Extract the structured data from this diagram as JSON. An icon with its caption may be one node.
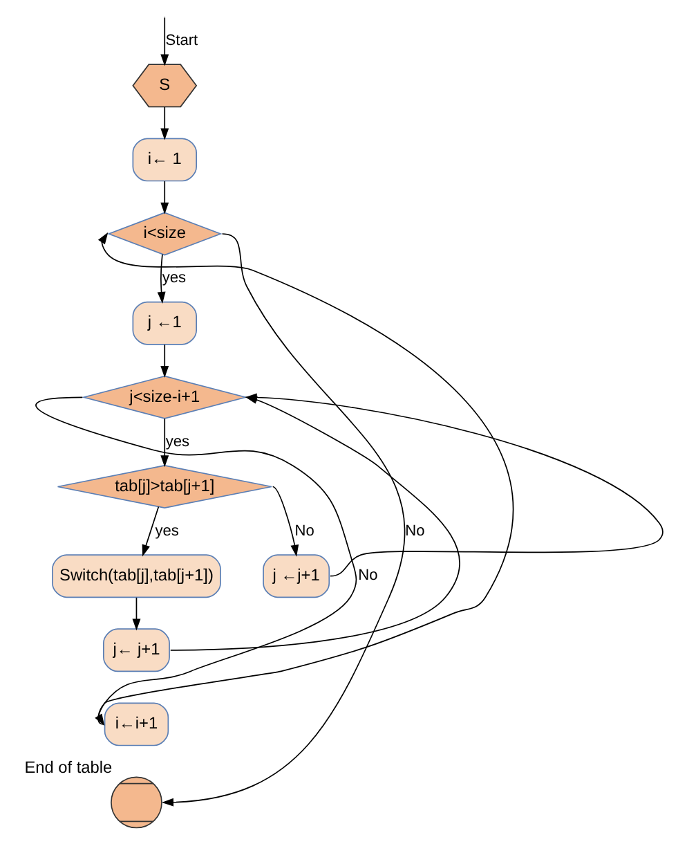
{
  "diagram": {
    "nodes": [
      {
        "text": [
          "S"
        ]
      },
      {
        "text": [
          "i← 1"
        ]
      },
      {
        "text": [
          "i<size"
        ]
      },
      {
        "text": [
          "j ←1"
        ]
      },
      {
        "text": [
          "j<size-i+1"
        ]
      },
      {
        "text": [
          "tab[j]>tab[j+1]"
        ]
      },
      {
        "text": [
          "Switch(tab[j],tab[j+1])"
        ]
      },
      {
        "text": [
          "j ←j+1"
        ]
      },
      {
        "text": [
          "j← j+1"
        ]
      },
      {
        "text": [
          "i←i+1"
        ]
      },
      {
        "text": [],
        "shape": "circle",
        "beside": [
          "End of table"
        ]
      }
    ],
    "edges": [
      {
        "from": null,
        "to": 0,
        "arrow": "to",
        "label": "Start"
      },
      {
        "from": 0,
        "to": 1,
        "arrow": "to"
      },
      {
        "from": 1,
        "to": 2,
        "arrow": "to"
      },
      {
        "from": 2,
        "to": 3,
        "arrow": "to",
        "label": "yes"
      },
      {
        "from": 3,
        "to": 4,
        "arrow": "to"
      },
      {
        "from": 4,
        "to": 5,
        "arrow": "to",
        "label": "yes"
      },
      {
        "from": 5,
        "to": 6,
        "arrow": "to",
        "label": "yes"
      },
      {
        "from": 5,
        "to": 7,
        "arrow": "to",
        "label": "No"
      },
      {
        "from": 6,
        "to": 8,
        "arrow": "to"
      },
      {
        "from": 7,
        "to": 4,
        "arrow": "to"
      },
      {
        "from": 8,
        "to": 4,
        "arrow": "to"
      },
      {
        "from": 4,
        "to": 9,
        "arrow": "to",
        "label": "No"
      },
      {
        "from": 9,
        "to": 2,
        "arrow": "to"
      },
      {
        "from": 2,
        "to": 10,
        "arrow": "to",
        "label": "No"
      }
    ]
  }
}
